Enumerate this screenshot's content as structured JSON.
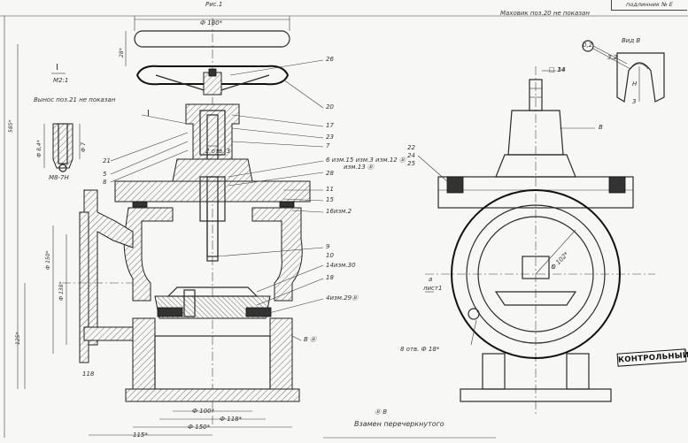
{
  "sheet": {
    "top_title": "Рис.1",
    "top_right_note": "подлинник № Е",
    "handwheel_note": "Маховик поз.20 не показан",
    "view_b_title": "Вид В",
    "section_label": "I",
    "section_scale": "М2:1",
    "view_section_note": "Вынос поз.21 не показан",
    "sheet_label_a": "а",
    "sheet_label_b": "лист1",
    "bottom_note_symbol": "Ⓑ В",
    "bottom_note": "Взамен перечеркнутого",
    "bottom_right_note": "8 отв. Ф 18*",
    "stamp": "КОНТРОЛЬНЫЙ",
    "view_b_label": "В",
    "square_dim": "□ 14"
  },
  "callouts": {
    "c26": "26",
    "c20": "20",
    "c17": "17",
    "c23": "23",
    "c7": "7",
    "c6": "6 изм.15 изм.3 изм.12 Ⓑ",
    "c6b": "изм.13 Ⓑ",
    "c28": "28",
    "c11": "11",
    "c15": "15",
    "c16": "16изм.2",
    "c9": "9",
    "c10": "10",
    "c14": "14изм.30",
    "c18": "18",
    "c4": "4изм.29Ⓑ",
    "cB": "В Ⓑ",
    "c21": "21",
    "c5": "5",
    "c8": "8",
    "cI": "I",
    "c22": "22",
    "c24": "24",
    "c25": "25",
    "cB2": "В",
    "c14b": "14",
    "c3": "3",
    "cH": "H",
    "c02": "0,2",
    "c32": "3,2"
  },
  "dims": {
    "d_wheel": "Ф 180*",
    "d_top": "28*",
    "d_left_total": "585*",
    "d_left_lower": "125*",
    "d_flange1": "Ф 150*",
    "d_flange2": "Ф 138*",
    "d_bottom1": "Ф 100*",
    "d_bottom2": "Ф 118*",
    "d_bottom3": "Ф 150*",
    "d_bottom4": "115*",
    "d_bottom5": "118",
    "d_center": "Ф 102*",
    "d_section1": "Ф 8,4*",
    "d_section2": "Ф 7",
    "d_section3": "М8-7Н",
    "d_seal": "2 отв. 3"
  }
}
